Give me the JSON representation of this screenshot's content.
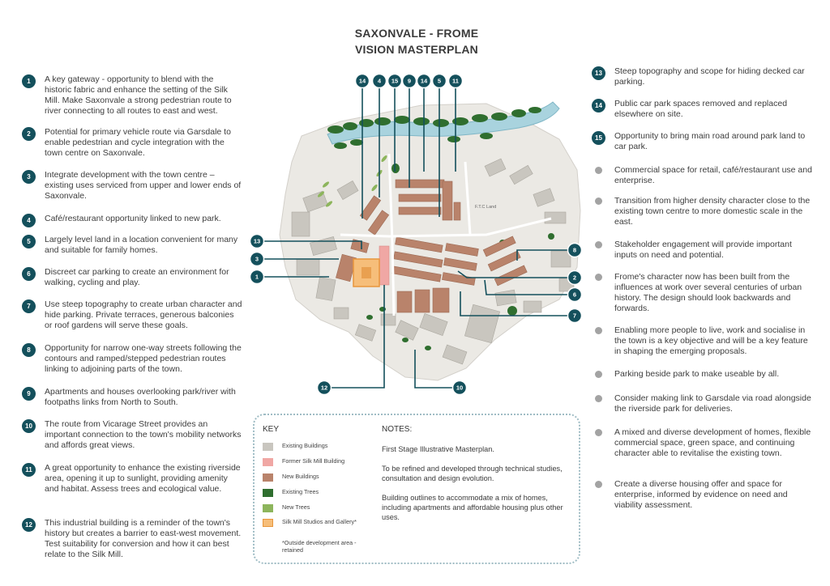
{
  "title_line1": "SAXONVALE - FROME",
  "title_line2": "VISION MASTERPLAN",
  "left_notes": [
    {
      "badge": "1",
      "text": "A key gateway - opportunity to blend with the historic fabric and enhance the setting of the Silk Mill. Make Saxonvale a strong pedestrian route to river connecting to all routes to east and west."
    },
    {
      "badge": "2",
      "text": "Potential for primary vehicle route via Garsdale to enable pedestrian and cycle integration with the town centre on Saxonvale."
    },
    {
      "badge": "3",
      "text": "Integrate development with the town centre – existing uses serviced from upper and lower ends of Saxonvale."
    },
    {
      "badge": "4",
      "text": "Café/restaurant opportunity linked to new park."
    },
    {
      "badge": "5",
      "text": "Largely level land in a  location convenient for many and suitable for family homes."
    },
    {
      "badge": "6",
      "text": "Discreet car parking to create an environment for walking, cycling and play."
    },
    {
      "badge": "7",
      "text": "Use steep topography to create urban character and hide parking. Private terraces, generous balconies or roof gardens will serve these goals."
    },
    {
      "badge": "8",
      "text": "Opportunity for narrow one-way streets following the contours and ramped/stepped pedestrian routes linking to adjoining parts of the town."
    },
    {
      "badge": "9",
      "text": "Apartments and houses overlooking park/river with footpaths links from North to South."
    },
    {
      "badge": "10",
      "text": "The route from Vicarage Street provides an important connection to the town's mobility networks and affords great views."
    },
    {
      "badge": "11",
      "text": "A great opportunity to enhance the existing riverside area, opening it up to sunlight, providing amenity and habitat. Assess trees and ecological value."
    },
    {
      "badge": "12",
      "text": "This industrial building is a reminder of the town's history but creates a barrier to east-west movement. Test suitability for conversion and how it can best relate to the Silk Mill."
    }
  ],
  "right_notes": [
    {
      "badge": "13",
      "text": "Steep topography and scope for hiding decked car parking."
    },
    {
      "badge": "14",
      "text": "Public car park spaces removed and replaced elsewhere on site."
    },
    {
      "badge": "15",
      "text": "Opportunity to bring main road around park land to car park."
    },
    {
      "badge": "",
      "text": "Commercial space for retail, café/restaurant use and enterprise."
    },
    {
      "badge": "",
      "text": "Transition from higher density character close to the existing town centre to more domestic scale in the east."
    },
    {
      "badge": "",
      "text": "Stakeholder engagement will provide important inputs on need and potential."
    },
    {
      "badge": "",
      "text": "Frome's character now has been built from the influences at work over several centuries of urban history. The design should look backwards and forwards."
    },
    {
      "badge": "",
      "text": "Enabling more people to live, work and socialise in the town is a key objective and will be a key feature in shaping the emerging proposals."
    },
    {
      "badge": "",
      "text": "Parking beside park to make useable by all."
    },
    {
      "badge": "",
      "text": "Consider making link to Garsdale via road alongside the riverside park for deliveries."
    },
    {
      "badge": "",
      "text": "A mixed and diverse development of homes, flexible commercial space, green space, and continuing character able to revitalise the existing town."
    },
    {
      "badge": "",
      "text": "Create a diverse housing offer and space for enterprise, informed by evidence on need and viability assessment."
    }
  ],
  "map": {
    "ftc_land_label": "F.T.C Land",
    "markers": [
      "14",
      "4",
      "15",
      "9",
      "14",
      "5",
      "11",
      "13",
      "3",
      "1",
      "8",
      "2",
      "6",
      "7",
      "12",
      "10"
    ]
  },
  "key": {
    "title": "KEY",
    "items": [
      {
        "label": "Existing Buildings",
        "color": "#c9c6bf"
      },
      {
        "label": "Former Silk Mill Building",
        "color": "#f0a7a4"
      },
      {
        "label": "New Buildings",
        "color": "#b9836b"
      },
      {
        "label": "Existing Trees",
        "color": "#2f6e2f"
      },
      {
        "label": "New Trees",
        "color": "#8db55c"
      },
      {
        "label": "Silk Mill Studios and Gallery*",
        "color": "#f6be7a"
      }
    ],
    "footnote": "*Outside development area - retained"
  },
  "notes": {
    "title": "NOTES:",
    "paragraphs": [
      "First Stage Illustrative Masterplan.",
      "To be refined and developed through technical studies, consultation and design evolution.",
      "Building outlines to accommodate a mix of homes, including apartments and affordable housing plus other uses."
    ]
  }
}
